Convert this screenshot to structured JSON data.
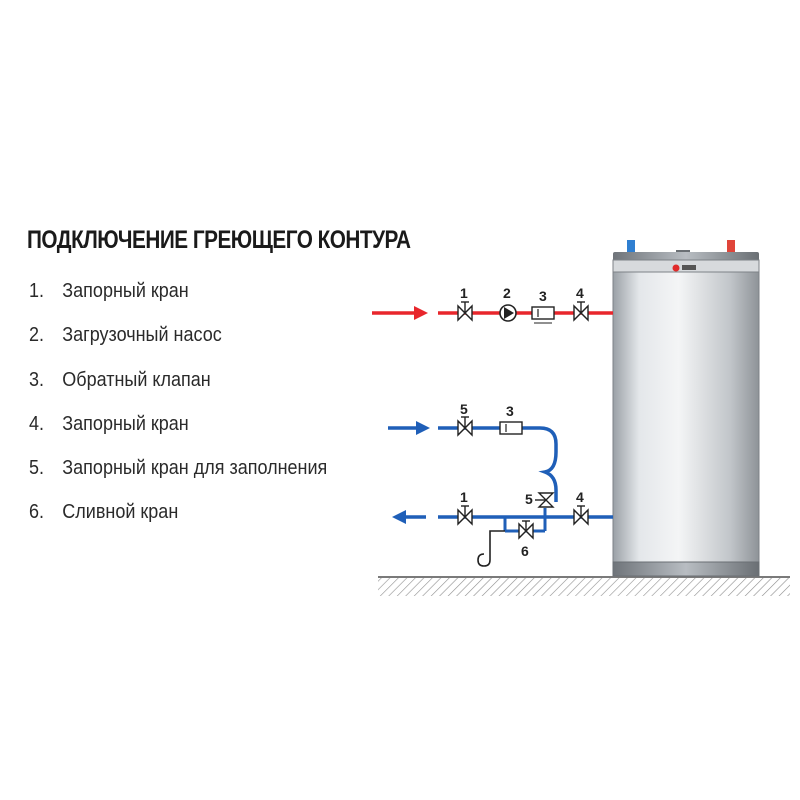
{
  "title": "ПОДКЛЮЧЕНИЕ ГРЕЮЩЕГО КОНТУРА",
  "legend": [
    {
      "num": "1.",
      "text": "Запорный кран"
    },
    {
      "num": "2.",
      "text": "Загрузочный насос"
    },
    {
      "num": "3.",
      "text": "Обратный клапан"
    },
    {
      "num": "4.",
      "text": "Запорный кран"
    },
    {
      "num": "5.",
      "text": "Запорный кран для заполнения"
    },
    {
      "num": "6.",
      "text": "Сливной кран"
    }
  ],
  "labels": {
    "hot_valve_1": "1",
    "hot_pump_2": "2",
    "hot_check_3": "3",
    "hot_valve_4": "4",
    "cold_valve_5": "5",
    "cold_check_3": "3",
    "ret_valve_1": "1",
    "ret_valve_5": "5",
    "ret_valve_4": "4",
    "drain_valve_6": "6"
  },
  "colors": {
    "supply_pipe": "#e8262c",
    "return_pipe": "#1f5fb8",
    "tank_body": "#c8ccd0",
    "floor": "#9a9a9a"
  }
}
